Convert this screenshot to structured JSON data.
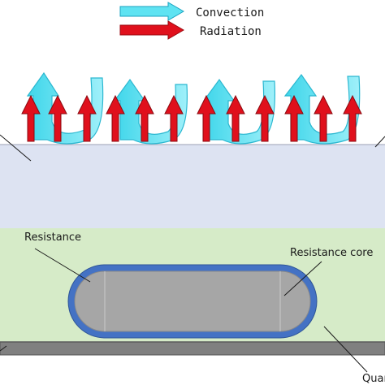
{
  "legend": {
    "convection": "Convection",
    "radiation": "Radiation"
  },
  "labels": {
    "resistance": "Resistance",
    "resistance_core": "Resistance core",
    "quartz_partial": "Quar"
  },
  "colors": {
    "convection_arrow": "#5fe3f2",
    "radiation_arrow": "#e0101c",
    "top_layer": "#dde3f2",
    "lower_layer": "#d6ebc8",
    "heater_outline": "#4472c4",
    "heater_core": "#a6a6a6",
    "base_plate": "#808080"
  }
}
